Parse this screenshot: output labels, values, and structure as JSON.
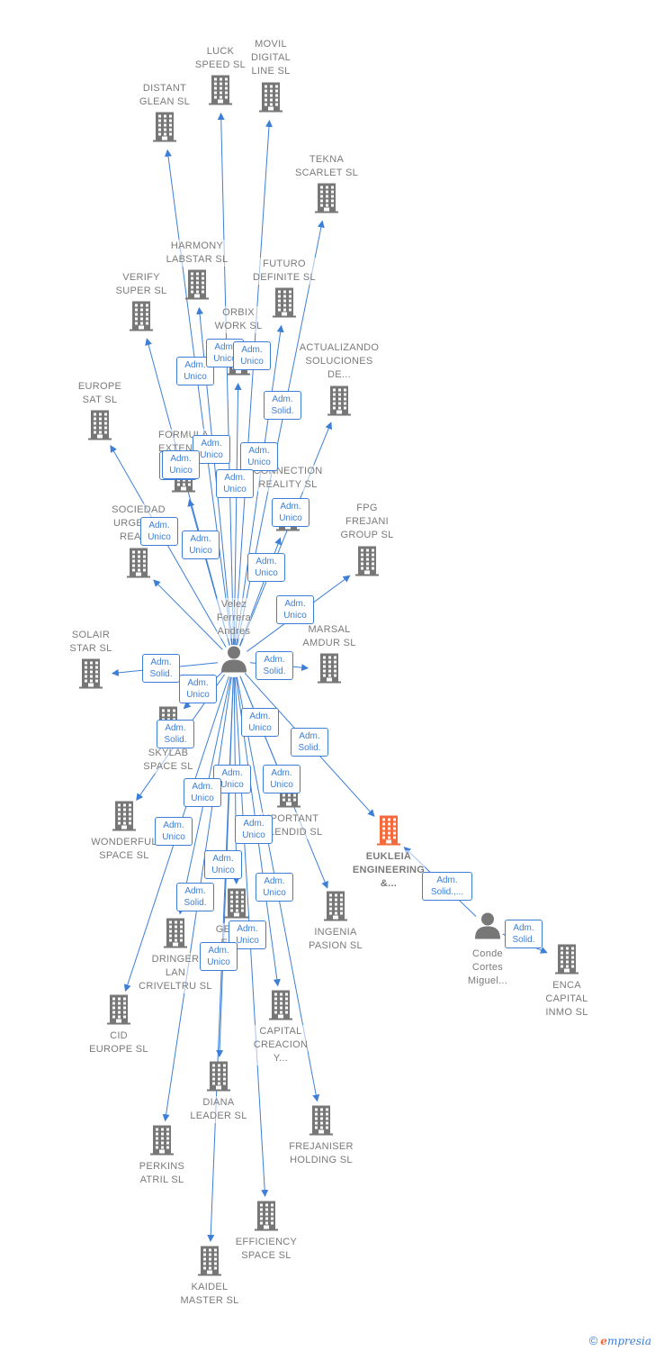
{
  "colors": {
    "edge": "#3d7fd6",
    "company": "#777777",
    "company_highlight": "#f26a3d",
    "person": "#777777",
    "label": "#7a7a7a"
  },
  "persons": [
    {
      "id": "velez",
      "label": "Velez\nFerrera\nAndres"
    },
    {
      "id": "conde",
      "label": "Conde\nCortes\nMiguel..."
    }
  ],
  "companies": [
    {
      "id": "distant",
      "label": "DISTANT\nGLEAN SL"
    },
    {
      "id": "luck",
      "label": "LUCK\nSPEED SL"
    },
    {
      "id": "movil",
      "label": "MOVIL\nDIGITAL\nLINE SL"
    },
    {
      "id": "tekna",
      "label": "TEKNA\nSCARLET SL"
    },
    {
      "id": "harmony",
      "label": "HARMONY\nLABSTAR SL"
    },
    {
      "id": "futuro",
      "label": "FUTURO\nDEFINITE SL"
    },
    {
      "id": "verify",
      "label": "VERIFY\nSUPER SL"
    },
    {
      "id": "orbix",
      "label": "ORBIX\nWORK SL"
    },
    {
      "id": "actualizando",
      "label": "ACTUALIZANDO\nSOLUCIONES\nDE..."
    },
    {
      "id": "europesat",
      "label": "EUROPE\nSAT SL"
    },
    {
      "id": "formula",
      "label": "FORMULA\nEXTENS..."
    },
    {
      "id": "connection",
      "label": "CONNECTION\nREALITY SL"
    },
    {
      "id": "sociedad",
      "label": "SOCIEDAD\nURGENTE\nREAD..."
    },
    {
      "id": "fpg",
      "label": "FPG\nFREJANI\nGROUP SL"
    },
    {
      "id": "solair",
      "label": "SOLAIR\nSTAR SL"
    },
    {
      "id": "marsal",
      "label": "MARSAL\nAMDUR SL"
    },
    {
      "id": "skylab",
      "label": "SKYLAB\nSPACE SL"
    },
    {
      "id": "eukleia",
      "label": "EUKLEIA\nENGINEERING\n&..."
    },
    {
      "id": "wonderful",
      "label": "WONDERFUL\nSPACE SL"
    },
    {
      "id": "important",
      "label": "IMPORTANT\nSPLENDID SL"
    },
    {
      "id": "ingenia",
      "label": "INGENIA\nPASION SL"
    },
    {
      "id": "ge",
      "label": "GE...\n...E SL"
    },
    {
      "id": "dringer",
      "label": "DRINGER\nLAN\nCRIVELTRU SL"
    },
    {
      "id": "enca",
      "label": "ENCA\nCAPITAL\nINMO SL"
    },
    {
      "id": "cid",
      "label": "CID\nEUROPE SL"
    },
    {
      "id": "capital",
      "label": "CAPITAL\nCREACION\nY..."
    },
    {
      "id": "diana",
      "label": "DIANA\nLEADER SL"
    },
    {
      "id": "frejaniser",
      "label": "FREJANISER\nHOLDING SL"
    },
    {
      "id": "perkins",
      "label": "PERKINS\nATRIL SL"
    },
    {
      "id": "efficiency",
      "label": "EFFICIENCY\nSPACE SL"
    },
    {
      "id": "kaidel",
      "label": "KAIDEL\nMASTER SL"
    }
  ],
  "edges": [
    {
      "from": "velez",
      "to": "distant",
      "label": "Adm.\nUnico"
    },
    {
      "from": "velez",
      "to": "luck",
      "label": "Adm.\nUnico"
    },
    {
      "from": "velez",
      "to": "movil",
      "label": "Adm.\nUnico"
    },
    {
      "from": "velez",
      "to": "tekna",
      "label": "Adm.\nSolid."
    },
    {
      "from": "velez",
      "to": "harmony",
      "label": "Adm.\nUnico"
    },
    {
      "from": "velez",
      "to": "futuro",
      "label": "Adm.\nUnico"
    },
    {
      "from": "velez",
      "to": "verify",
      "label": "Adm.\nUnico"
    },
    {
      "from": "velez",
      "to": "orbix",
      "label": "Adm.\nUnico"
    },
    {
      "from": "velez",
      "to": "actualizando",
      "label": "Adm.\nUnico"
    },
    {
      "from": "velez",
      "to": "europesat",
      "label": "Adm.\nUnico"
    },
    {
      "from": "velez",
      "to": "formula",
      "label": "Adm.\nUnico"
    },
    {
      "from": "velez",
      "to": "connection",
      "label": "Adm.\nUnico"
    },
    {
      "from": "velez",
      "to": "sociedad",
      "label": "Adm.\nUnico"
    },
    {
      "from": "velez",
      "to": "fpg",
      "label": "Adm.\nUnico"
    },
    {
      "from": "velez",
      "to": "solair",
      "label": "Adm.\nSolid."
    },
    {
      "from": "velez",
      "to": "marsal",
      "label": "Adm.\nSolid."
    },
    {
      "from": "velez",
      "to": "skylab",
      "label": "Adm.\nUnico"
    },
    {
      "from": "velez",
      "to": "eukleia",
      "label": "Adm.\nSolid."
    },
    {
      "from": "velez",
      "to": "wonderful",
      "label": "Adm.\nSolid."
    },
    {
      "from": "velez",
      "to": "important",
      "label": "Adm.\nUnico"
    },
    {
      "from": "velez",
      "to": "ingenia",
      "label": "Adm.\nUnico"
    },
    {
      "from": "velez",
      "to": "ge",
      "label": "Adm.\nUnico"
    },
    {
      "from": "velez",
      "to": "dringer",
      "label": "Adm.\nUnico"
    },
    {
      "from": "velez",
      "to": "cid",
      "label": "Adm.\nUnico"
    },
    {
      "from": "velez",
      "to": "capital",
      "label": "Adm.\nUnico"
    },
    {
      "from": "velez",
      "to": "diana",
      "label": "Adm.\nUnico"
    },
    {
      "from": "velez",
      "to": "frejaniser",
      "label": "Adm.\nUnico"
    },
    {
      "from": "velez",
      "to": "perkins",
      "label": "Adm.\nSolid."
    },
    {
      "from": "velez",
      "to": "efficiency",
      "label": "Adm.\nUnico"
    },
    {
      "from": "velez",
      "to": "kaidel",
      "label": "Adm.\nUnico"
    },
    {
      "from": "conde",
      "to": "eukleia",
      "label": "Adm.\nSolid.,..."
    },
    {
      "from": "conde",
      "to": "enca",
      "label": "Adm.\nSolid."
    }
  ],
  "footer": {
    "copyright": "©",
    "brand_initial": "e",
    "brand_rest": "mpresia"
  }
}
